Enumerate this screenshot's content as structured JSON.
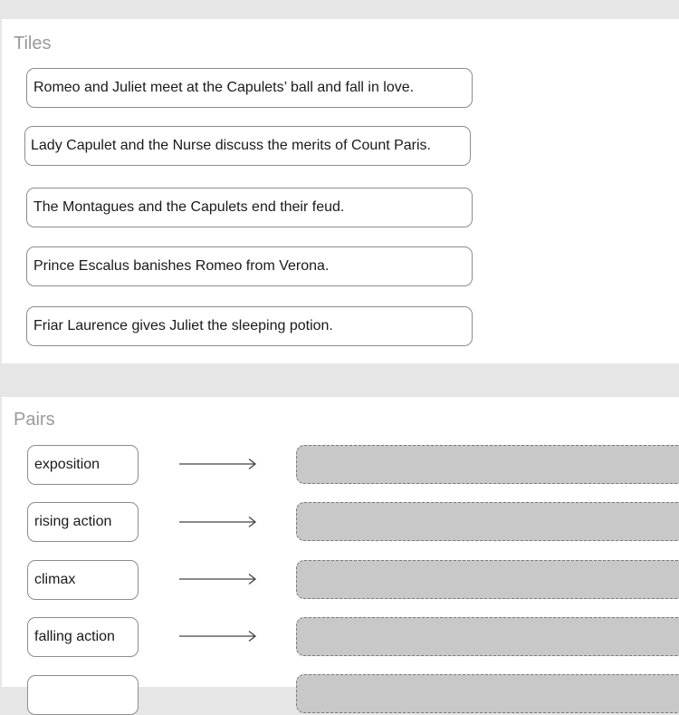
{
  "tiles": {
    "title": "Tiles",
    "items": [
      {
        "text": "Romeo and Juliet meet at the Capulets’ ball and fall in love."
      },
      {
        "text": "Lady Capulet and the Nurse discuss the merits of Count Paris."
      },
      {
        "text": "The Montagues and the Capulets end their feud."
      },
      {
        "text": "Prince Escalus banishes Romeo from Verona."
      },
      {
        "text": "Friar Laurence gives Juliet the sleeping potion."
      }
    ]
  },
  "pairs": {
    "title": "Pairs",
    "arrow_icon": "arrow-right-icon",
    "drop_target_color": "#c8c8c8",
    "rows": [
      {
        "label": "exposition"
      },
      {
        "label": "rising action"
      },
      {
        "label": "climax"
      },
      {
        "label": "falling action"
      },
      {
        "label": ""
      }
    ]
  }
}
